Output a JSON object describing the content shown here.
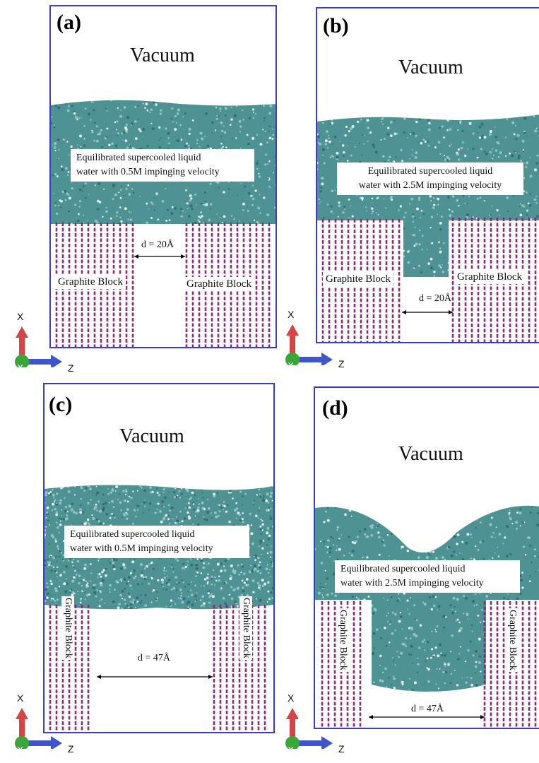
{
  "panels": [
    {
      "id": "a",
      "label": "(a)",
      "vacuum": "Vacuum",
      "note": [
        "Equilibrated supercooled liquid",
        "water with 0.5M impinging velocity"
      ],
      "block_left": "Graphite Block",
      "block_right": "Graphite Block",
      "distance": "d = 20Å"
    },
    {
      "id": "b",
      "label": "(b)",
      "vacuum": "Vacuum",
      "note": [
        "Equilibrated supercooled liquid",
        "water with 2.5M impinging velocity"
      ],
      "block_left": "Graphite Block",
      "block_right": "Graphite Block",
      "distance": "d = 20Å"
    },
    {
      "id": "c",
      "label": "(c)",
      "vacuum": "Vacuum",
      "note": [
        "Equilibrated supercooled liquid",
        "water with 0.5M impinging velocity"
      ],
      "block_left": "Graphite Block",
      "block_right": "Graphite Block",
      "distance": "d = 47Å"
    },
    {
      "id": "d",
      "label": "(d)",
      "vacuum": "Vacuum",
      "note": [
        "Equilibrated supercooled liquid",
        "water with 2.5M impinging velocity"
      ],
      "block_left": "Graphite Block",
      "block_right": "Graphite Block",
      "distance": "d = 47Å"
    }
  ],
  "axes": {
    "x_label": "X",
    "y_label": "Y",
    "z_label": "Z"
  },
  "colors": {
    "frame": "#3b3bd0",
    "water": "#4f9294",
    "water_light": "#8fc4c4",
    "graphite": "#8a2a78",
    "arrow_x": "#d64545",
    "arrow_z": "#3f55cc",
    "origin": "#3aa63a"
  }
}
